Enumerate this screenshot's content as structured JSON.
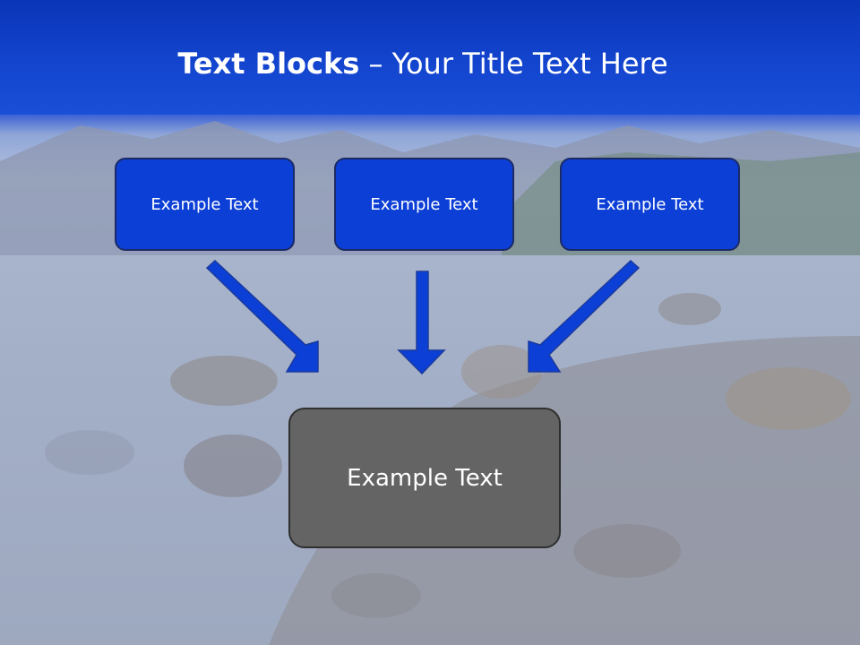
{
  "slide": {
    "title_bold": "Text Blocks",
    "title_rest": " – Your Title Text Here",
    "boxes": [
      {
        "label": "Example Text"
      },
      {
        "label": "Example Text"
      },
      {
        "label": "Example Text"
      }
    ],
    "target": {
      "label": "Example Text"
    }
  },
  "colors": {
    "title_band": "#1446d0",
    "box_fill": "#0c3fd6",
    "box_border": "#1b2a66",
    "arrow_fill": "#0c3fd6",
    "target_fill": "#646464",
    "text": "#ffffff"
  }
}
